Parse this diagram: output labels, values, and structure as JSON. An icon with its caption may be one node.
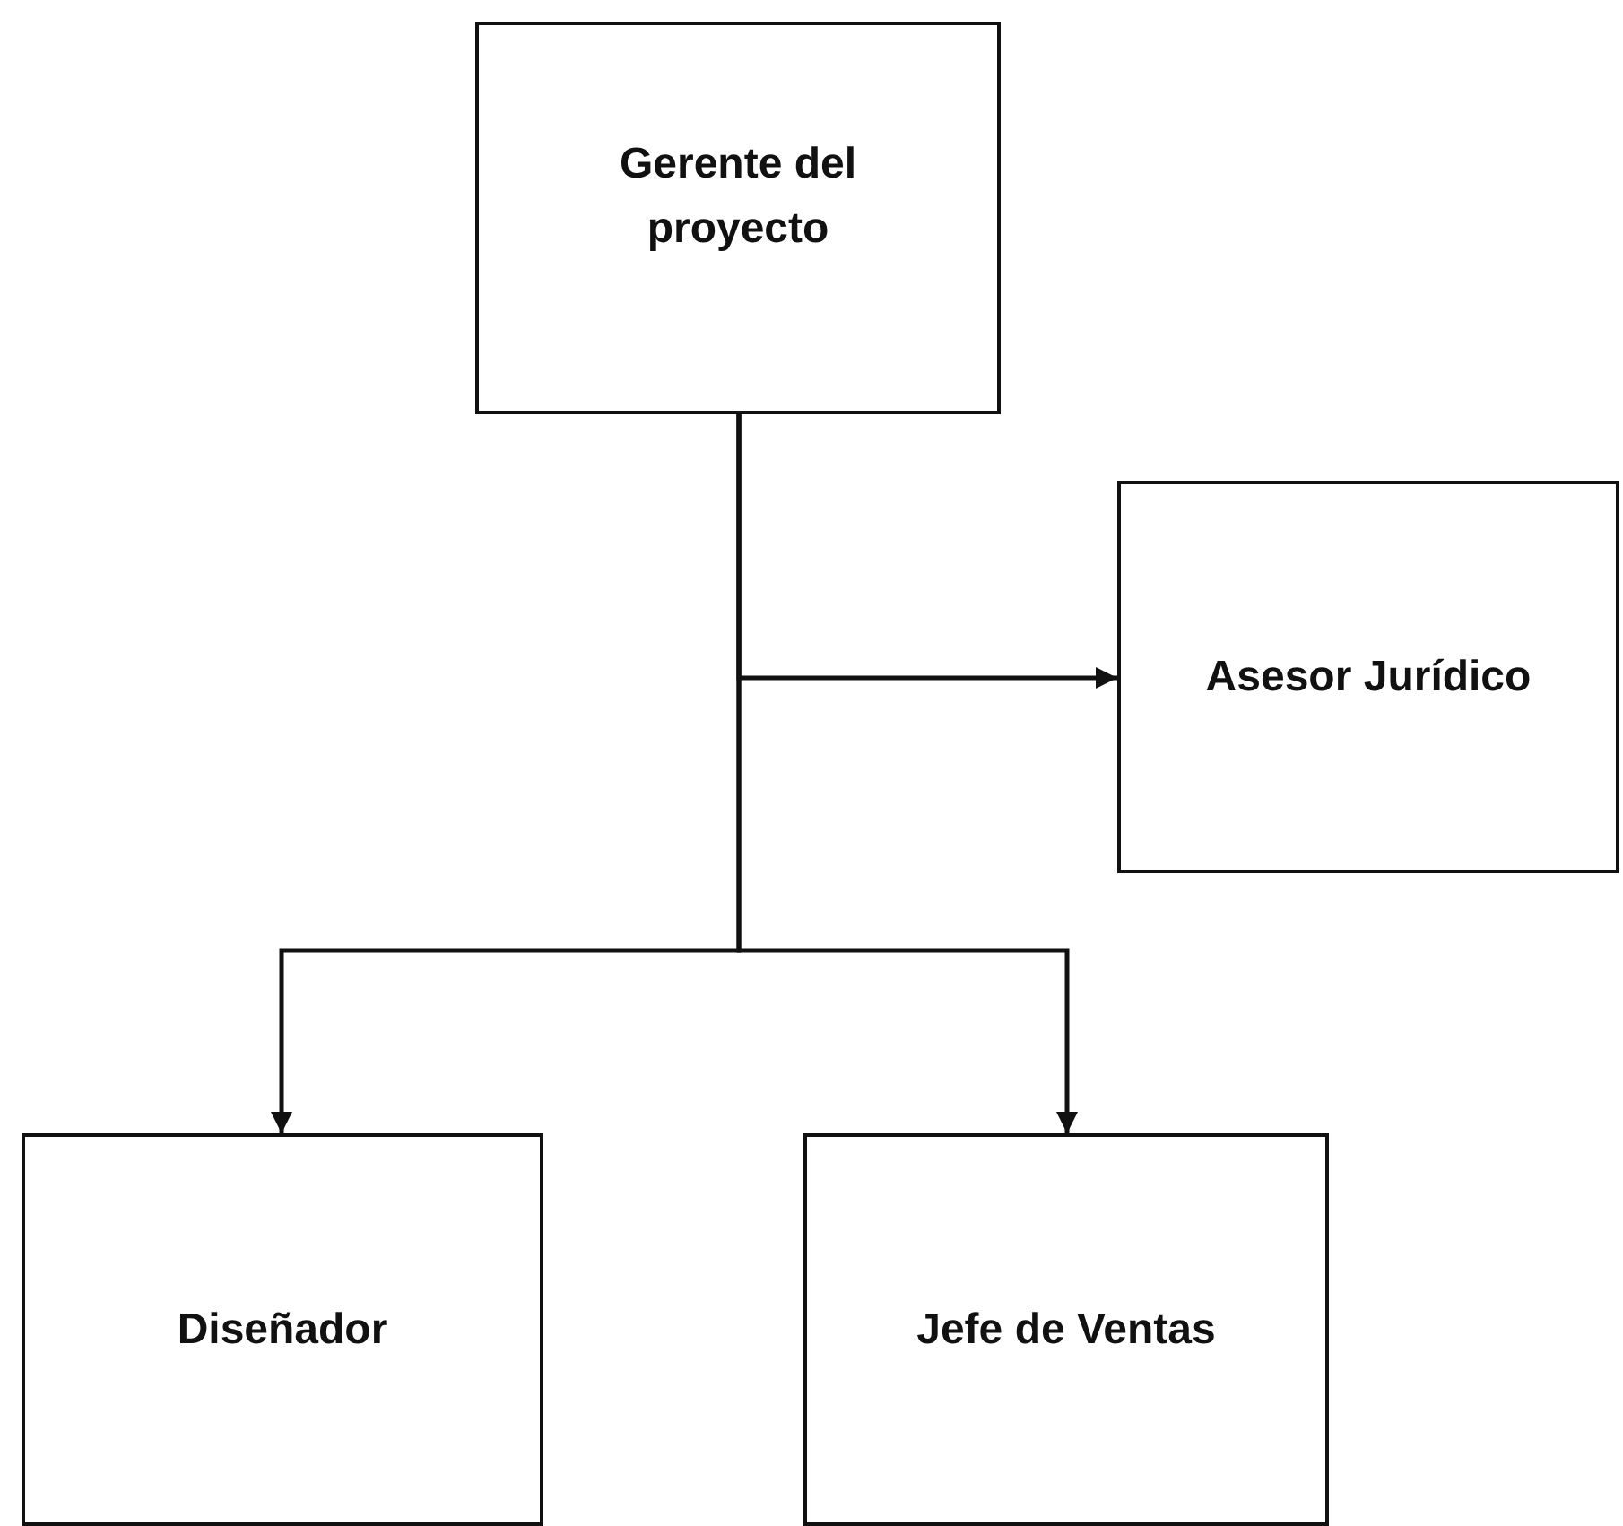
{
  "diagram": {
    "nodes": [
      {
        "text": [
          "Gerente del proyecto"
        ]
      },
      {
        "text": [
          "Asesor Jurídico"
        ]
      },
      {
        "text": [
          "Diseñador"
        ]
      },
      {
        "text": [
          "Jefe de Ventas"
        ]
      }
    ],
    "edges": [
      {
        "from": 0,
        "to": 1,
        "arrow": "to"
      },
      {
        "from": 0,
        "to": 2,
        "arrow": "to"
      },
      {
        "from": 0,
        "to": 3,
        "arrow": "to"
      }
    ]
  }
}
